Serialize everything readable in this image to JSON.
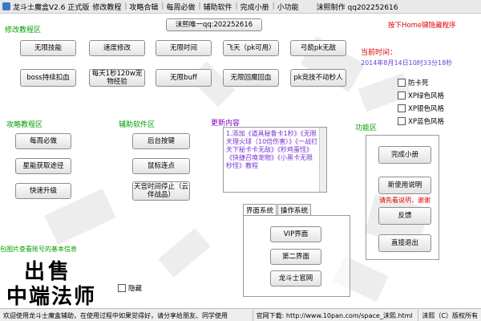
{
  "title_bar": {
    "app_title": "龙斗士魔盒V2.6 正式版",
    "menu": [
      "修改教程",
      "攻略合辑",
      "每周必做",
      "辅助软件",
      "完成小册",
      "小功能"
    ],
    "author": "沫熙制作 qq202252616"
  },
  "top": {
    "qq_button": "沫熙唯一qq:202252616",
    "hide_hint": "按下Home键隐藏程序"
  },
  "time": {
    "label": "当前时间：",
    "value": "2014年8月14日10时33分18秒"
  },
  "sections": {
    "modify": "修改教程区",
    "guide": "攻略教程区",
    "assist": "辅助软件区",
    "update": "更新内容",
    "function": "功能区",
    "account_info": "包图片查看账号的基本信息"
  },
  "modify_buttons": [
    "无限技能",
    "速度修改",
    "无限时间",
    "飞天（pk可用）",
    "弓箭pk无敌",
    "boss持续扣血",
    "每天1秒120w宠物经验",
    "无限buff",
    "无限回魔回血",
    "pk竞技不动秒人"
  ],
  "guide_buttons": [
    "每周必做",
    "星能获取途径",
    "快速升级"
  ],
  "assist_buttons": [
    "后台按键",
    "鼠标连点",
    "天宫时间停止（云伴战品）"
  ],
  "options": [
    "防卡死",
    "XP绿色风格",
    "XP银色风格",
    "XP蓝色风格"
  ],
  "update_text": "1.添加《道具秘鲁卡1秒》《无限天理火球（10倍伤害）》《一战打天下秘卡卡无敌》《秒鸡蛋怪》《快捷召唤宠物》《小黑卡无限秒怪》教程",
  "tabs": [
    "界面系统",
    "操作系统"
  ],
  "ui_buttons": [
    "VIP界面",
    "第二界面",
    "龙斗士官网"
  ],
  "function_buttons": [
    "完成小册",
    "新使用说明",
    "反馈",
    "直接退出"
  ],
  "notice": "请先看说明，谢谢",
  "sale": {
    "line1": "出售",
    "line2": "中端法师"
  },
  "hide_checkbox": "隐藏",
  "status": {
    "welcome": "欢迎使用龙斗士魔盒辅助，在使用过程中如果觉得好，请分享给朋友、同学使用",
    "download": "官网下载: http://www.10pan.com/space_沫熙.html",
    "copyright": "沫熙（C）版权所有"
  }
}
